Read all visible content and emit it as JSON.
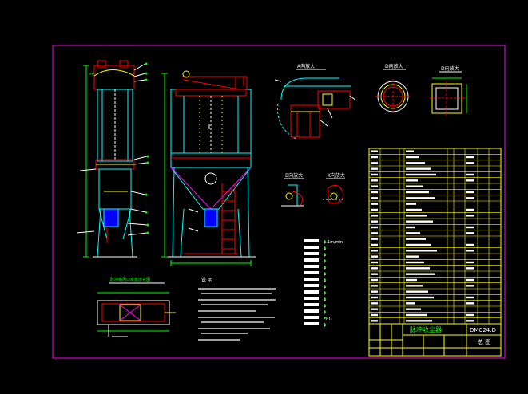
{
  "views": {
    "detail_a": "A向放大",
    "detail_d1": "D向放大",
    "detail_d2": "D向放大",
    "detail_b": "B向放大",
    "detail_k": "K向放大",
    "plan_title": "脉冲箱风口安装示意图"
  },
  "notes": {
    "heading": "说 明"
  },
  "specs": [
    "φ.1m/min",
    "φ",
    "φ",
    "φ",
    "φ",
    "φ",
    "φ",
    "φ",
    "φ",
    "φ",
    "φ",
    "φ",
    "PPTI",
    "φ"
  ],
  "title_block": {
    "product_name": "脉冲收尘器",
    "drawing_no": "DMC24.D",
    "sheet_label": "总 图"
  },
  "colors": {
    "frame": "#ff00ff",
    "main_lines": "#00ffff",
    "detail_lines": "#ff0000",
    "text_lines": "#ffffff",
    "labels": "#00ff00",
    "accent_yellow": "#ffff00",
    "motor_blue": "#0000ff"
  }
}
